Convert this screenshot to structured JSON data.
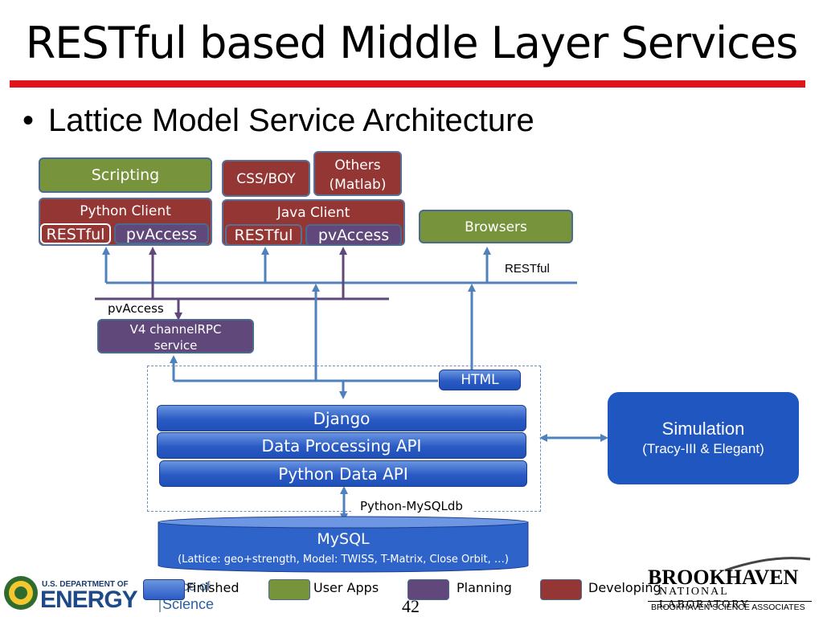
{
  "title": "RESTful based Middle Layer Services",
  "bullet": "Lattice Model Service Architecture",
  "diagram": {
    "scripting": "Scripting",
    "css_boy": "CSS/BOY",
    "others_line1": "Others",
    "others_line2": "(Matlab)",
    "python_client": "Python Client",
    "java_client": "Java Client",
    "restful": "RESTful",
    "pvaccess": "pvAccess",
    "browsers": "Browsers",
    "restful_label": "RESTful",
    "pvaccess_label": "pvAccess",
    "v4_line1": "V4 channelRPC",
    "v4_line2": "service",
    "html": "HTML",
    "django": "Django",
    "data_processing": "Data Processing API",
    "python_data": "Python Data API",
    "python_mysqldb": "Python-MySQLdb",
    "mysql": "MySQL",
    "mysql_desc": "(Lattice: geo+strength, Model: TWISS, T-Matrix, Close Orbit, …)",
    "simulation": "Simulation",
    "simulation_sub": "(Tracy-III & Elegant)"
  },
  "legend": {
    "finished": "Finished",
    "user_apps": "User Apps",
    "planning": "Planning",
    "developing": "Developing"
  },
  "footer": {
    "doe_line1": "U.S. DEPARTMENT OF",
    "doe_line2": "ENERGY",
    "office_of": "Office of",
    "science": "Science",
    "page_number": "42",
    "bnl_name": "BROOKHAVEN",
    "bnl_lab": "NATIONAL LABORATORY",
    "bnl_assoc": "BROOKHAVEN SCIENCE ASSOCIATES"
  },
  "colors": {
    "finished": "#2f62c8",
    "user_apps": "#77933c",
    "planning": "#60497a",
    "developing": "#943634",
    "title_bar": "#e0141b",
    "simulation": "#1f56c0"
  }
}
